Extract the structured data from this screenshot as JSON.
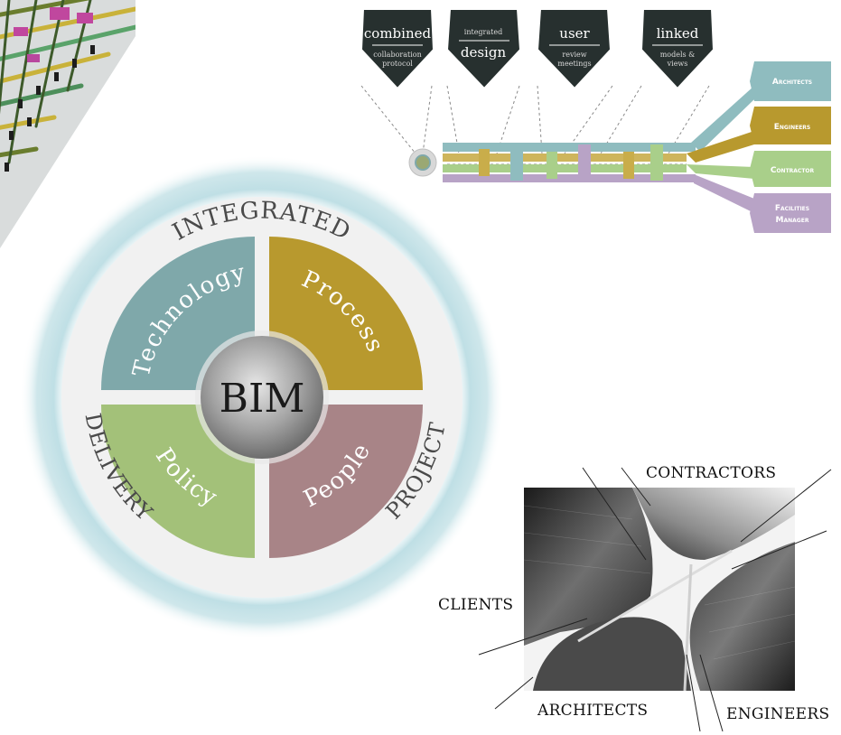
{
  "wheel": {
    "center": "BIM",
    "ring_words": {
      "top": "INTEGRATED",
      "left": "DELIVERY",
      "right": "PROJECT"
    },
    "quadrants": [
      {
        "label": "Technology",
        "color": "#7fa8aa"
      },
      {
        "label": "Process",
        "color": "#b8992e"
      },
      {
        "label": "Policy",
        "color": "#a3c179"
      },
      {
        "label": "People",
        "color": "#a88487"
      }
    ],
    "halo_color": "#bfdfe5"
  },
  "process": {
    "steps": [
      {
        "top": "combined",
        "bottom": "collaboration protocol",
        "line1": "collaboration",
        "line2": "protocol"
      },
      {
        "top": "integrated",
        "bottom": "design"
      },
      {
        "top": "user",
        "bottom": "review meetings",
        "line1": "review",
        "line2": "meetings"
      },
      {
        "top": "linked",
        "bottom": "models & views",
        "line1": "models &",
        "line2": "views"
      }
    ],
    "stakeholders": [
      {
        "label": "Architects",
        "color": "#8fbcbf"
      },
      {
        "label": "Engineers",
        "color": "#b8992e"
      },
      {
        "label": "Contractor",
        "color": "#a9cf8a"
      },
      {
        "label": "Facilities Manager",
        "line1": "Facilities",
        "line2": "Manager",
        "color": "#b8a3c6"
      }
    ]
  },
  "photo_labels": {
    "contractors": "CONTRACTORS",
    "clients": "CLIENTS",
    "architects": "ARCHITECTS",
    "engineers": "ENGINEERS"
  }
}
